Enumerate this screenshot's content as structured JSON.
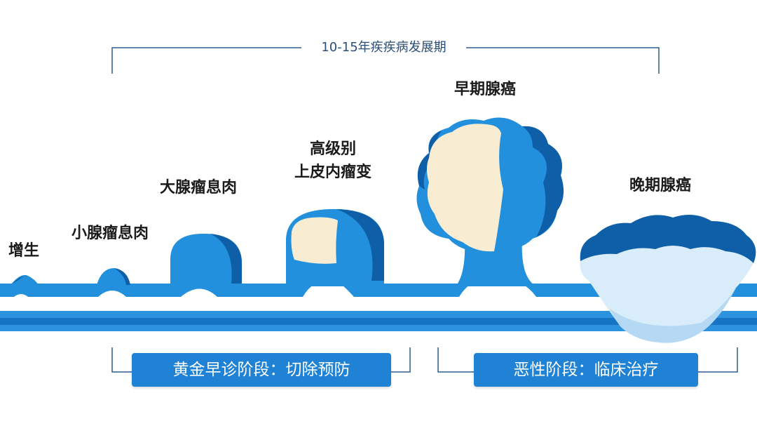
{
  "period_label": "10-15年疾疾病发展期",
  "stages": {
    "hyperplasia": "增生",
    "small_adenoma": "小腺瘤息肉",
    "large_adenoma": "大腺瘤息肉",
    "hgin_line1": "高级别",
    "hgin_line2": "上皮内瘤变",
    "early_cancer": "早期腺癌",
    "late_cancer": "晚期腺癌"
  },
  "phases": {
    "golden": "黄金早诊阶段：切除预防",
    "malignant": "恶性阶段：临床治疗"
  },
  "colors": {
    "blue": "#2a8fdc",
    "dark_blue": "#0f5fa8",
    "cream": "#f8ecd2",
    "light_blue": "#d8ecfa",
    "box": "#1f82d4"
  }
}
